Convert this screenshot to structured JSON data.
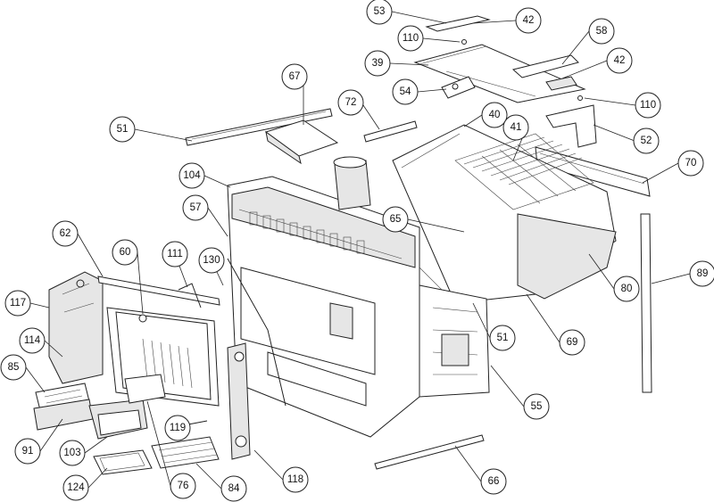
{
  "callouts": [
    {
      "id": "53",
      "label": "53"
    },
    {
      "id": "42a",
      "label": "42"
    },
    {
      "id": "110a",
      "label": "110"
    },
    {
      "id": "58",
      "label": "58"
    },
    {
      "id": "39",
      "label": "39"
    },
    {
      "id": "42b",
      "label": "42"
    },
    {
      "id": "67",
      "label": "67"
    },
    {
      "id": "54",
      "label": "54"
    },
    {
      "id": "110b",
      "label": "110"
    },
    {
      "id": "72",
      "label": "72"
    },
    {
      "id": "40",
      "label": "40"
    },
    {
      "id": "51a",
      "label": "51"
    },
    {
      "id": "41",
      "label": "41"
    },
    {
      "id": "52",
      "label": "52"
    },
    {
      "id": "70",
      "label": "70"
    },
    {
      "id": "104",
      "label": "104"
    },
    {
      "id": "57",
      "label": "57"
    },
    {
      "id": "65",
      "label": "65"
    },
    {
      "id": "62",
      "label": "62"
    },
    {
      "id": "60",
      "label": "60"
    },
    {
      "id": "111",
      "label": "111"
    },
    {
      "id": "130",
      "label": "130"
    },
    {
      "id": "89",
      "label": "89"
    },
    {
      "id": "80",
      "label": "80"
    },
    {
      "id": "117",
      "label": "117"
    },
    {
      "id": "51b",
      "label": "51"
    },
    {
      "id": "69",
      "label": "69"
    },
    {
      "id": "114",
      "label": "114"
    },
    {
      "id": "85",
      "label": "85"
    },
    {
      "id": "55",
      "label": "55"
    },
    {
      "id": "119",
      "label": "119"
    },
    {
      "id": "91",
      "label": "91"
    },
    {
      "id": "103",
      "label": "103"
    },
    {
      "id": "118",
      "label": "118"
    },
    {
      "id": "84",
      "label": "84"
    },
    {
      "id": "76",
      "label": "76"
    },
    {
      "id": "124",
      "label": "124"
    },
    {
      "id": "66",
      "label": "66"
    }
  ]
}
